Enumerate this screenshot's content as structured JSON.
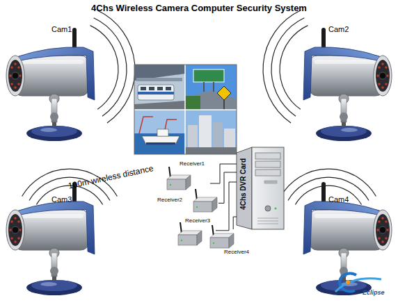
{
  "diagram": {
    "title": "4Chs Wireless Camera Computer Security System",
    "nodes": [
      {
        "text": [
          "Cam1"
        ]
      },
      {
        "text": [
          "Cam2"
        ]
      },
      {
        "text": [
          "4Chs DVR Card"
        ]
      },
      {
        "text": [
          "Receiver1"
        ]
      },
      {
        "text": [
          "Receiver2"
        ]
      },
      {
        "text": [
          "Cam3"
        ]
      },
      {
        "text": [
          "Cam4"
        ]
      },
      {
        "text": [
          "Receiver3"
        ]
      },
      {
        "text": [
          "Receiver4"
        ]
      }
    ],
    "edges": [
      {
        "from": 3,
        "to": 2,
        "arrow": "none"
      },
      {
        "from": 4,
        "to": 2,
        "arrow": "none"
      },
      {
        "from": 7,
        "to": 2,
        "arrow": "none"
      },
      {
        "from": 8,
        "to": 2,
        "arrow": "none"
      }
    ],
    "labels": [
      "100m wireless distance",
      "Eclipse"
    ]
  }
}
